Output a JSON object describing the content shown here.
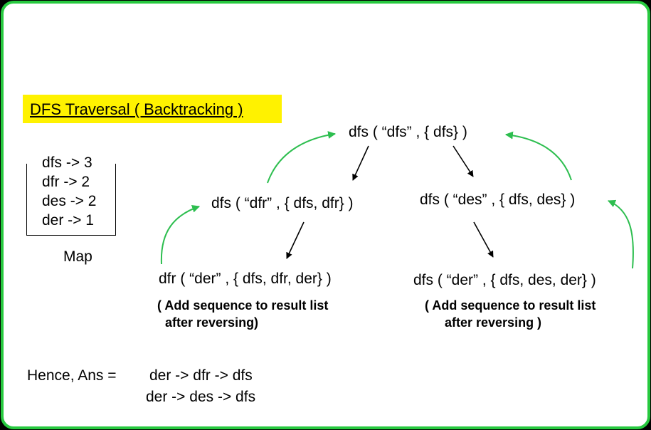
{
  "title": "DFS Traversal ( Backtracking )",
  "map": {
    "entries": [
      "dfs -> 3",
      "dfr ->  2",
      "des -> 2",
      "der -> 1"
    ],
    "label": "Map"
  },
  "nodes": {
    "root": "dfs ( “dfs” , { dfs} )",
    "left": "dfs ( “dfr” , { dfs, dfr} )",
    "right": "dfs ( “des” , { dfs, des} )",
    "left_leaf": "dfr ( “der” , { dfs, dfr, der} )",
    "right_leaf": "dfs ( “der” , { dfs, des, der} )"
  },
  "notes": {
    "left_line1": "( Add sequence to result list",
    "left_line2": "after reversing)",
    "right_line1": "( Add sequence to result list",
    "right_line2": "after reversing )"
  },
  "answer": {
    "label": "Hence, Ans =",
    "line1": "der -> dfr -> dfs",
    "line2": "der -> des -> dfs"
  },
  "colors": {
    "frame_border": "#27c93f",
    "highlight": "#fff200",
    "backtrack_arrow": "#2dbe4f",
    "tree_arrow": "#000000"
  }
}
